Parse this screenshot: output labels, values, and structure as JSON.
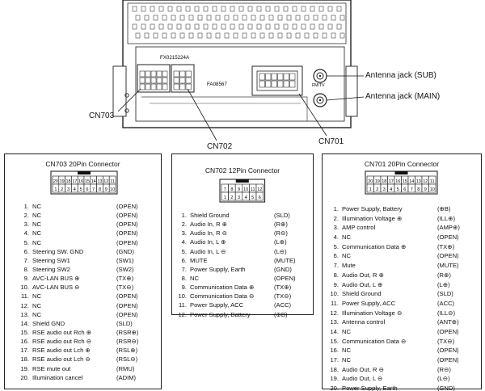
{
  "unit": {
    "label_top": "FX0215224A",
    "label_mid": "FA08567",
    "label_jack": "FM/TV"
  },
  "callouts": {
    "cn703": "CN703",
    "cn702": "CN702",
    "cn701": "CN701",
    "ant_sub": "Antenna jack (SUB)",
    "ant_main": "Antenna jack (MAIN)"
  },
  "connectors": {
    "cn703": {
      "title": "CN703  20Pin Connector",
      "pins_top": [
        "20",
        "19",
        "18",
        "17",
        "16",
        "15",
        "14",
        "13",
        "12",
        "11"
      ],
      "pins_bottom": [
        "1",
        "2",
        "3",
        "4",
        "5",
        "6",
        "7",
        "8",
        "9",
        "10"
      ],
      "rows": [
        {
          "n": "1.",
          "fn": "NC",
          "code": "(OPEN)"
        },
        {
          "n": "2.",
          "fn": "NC",
          "code": "(OPEN)"
        },
        {
          "n": "3.",
          "fn": "NC",
          "code": "(OPEN)"
        },
        {
          "n": "4.",
          "fn": "NC",
          "code": "(OPEN)"
        },
        {
          "n": "5.",
          "fn": "NC",
          "code": "(OPEN)"
        },
        {
          "n": "6.",
          "fn": "Steering SW. GND",
          "code": "(GND)"
        },
        {
          "n": "7.",
          "fn": "Steering SW1",
          "code": "(SW1)"
        },
        {
          "n": "8.",
          "fn": "Steering SW2",
          "code": "(SW2)"
        },
        {
          "n": "9.",
          "fn": "AVC-LAN BUS ⊕",
          "code": "(TX⊕)"
        },
        {
          "n": "10.",
          "fn": "AVC-LAN BUS ⊖",
          "code": "(TX⊖)"
        },
        {
          "n": "11.",
          "fn": "NC",
          "code": "(OPEN)"
        },
        {
          "n": "12.",
          "fn": "NC",
          "code": "(OPEN)"
        },
        {
          "n": "13.",
          "fn": "NC",
          "code": "(OPEN)"
        },
        {
          "n": "14.",
          "fn": "Shield GND",
          "code": "(SLD)"
        },
        {
          "n": "15.",
          "fn": "RSE audio out Rch ⊕",
          "code": "(RSR⊕)"
        },
        {
          "n": "16.",
          "fn": "RSE audio out Rch ⊖",
          "code": "(RSR⊖)"
        },
        {
          "n": "17.",
          "fn": "RSE audio out Lch ⊕",
          "code": "(RSL⊕)"
        },
        {
          "n": "18.",
          "fn": "RSE audio out Lch ⊖",
          "code": "(RSL⊖)"
        },
        {
          "n": "19.",
          "fn": "RSE mute out",
          "code": "(RMU)"
        },
        {
          "n": "20.",
          "fn": "Illumination cancel",
          "code": "(ADIM)"
        }
      ]
    },
    "cn702": {
      "title": "CN702  12Pin Connector",
      "pins_top": [
        "7",
        "8",
        "9",
        "10",
        "11",
        "12"
      ],
      "pins_bottom": [
        "1",
        "2",
        "3",
        "4",
        "5",
        "6"
      ],
      "rows": [
        {
          "n": "1.",
          "fn": "Shield Ground",
          "code": "(SLD)"
        },
        {
          "n": "2.",
          "fn": "Audio In, R ⊕",
          "code": "(R⊕)"
        },
        {
          "n": "3.",
          "fn": "Audio In, R ⊖",
          "code": "(R⊖)"
        },
        {
          "n": "4.",
          "fn": "Audio In, L ⊕",
          "code": "(L⊕)"
        },
        {
          "n": "5.",
          "fn": "Audio In, L ⊖",
          "code": "(L⊖)"
        },
        {
          "n": "6.",
          "fn": "MUTE",
          "code": "(MUTE)"
        },
        {
          "n": "7.",
          "fn": "Power Supply, Earth",
          "code": "(GND)"
        },
        {
          "n": "8.",
          "fn": "NC",
          "code": "(OPEN)"
        },
        {
          "n": "9.",
          "fn": "Communication Data ⊕",
          "code": "(TX⊕)"
        },
        {
          "n": "10.",
          "fn": "Communication Data ⊖",
          "code": "(TX⊖)"
        },
        {
          "n": "11.",
          "fn": "Power Supply, ACC",
          "code": "(ACC)"
        },
        {
          "n": "12.",
          "fn": "Power Supply, Battery",
          "code": "(⊕B)"
        }
      ]
    },
    "cn701": {
      "title": "CN701  20Pin Connector",
      "pins_top": [
        "20",
        "19",
        "18",
        "17",
        "16",
        "15",
        "14",
        "13",
        "12",
        "11"
      ],
      "pins_bottom": [
        "1",
        "2",
        "3",
        "4",
        "5",
        "6",
        "7",
        "8",
        "9",
        "10"
      ],
      "rows": [
        {
          "n": "1.",
          "fn": "Power Supply, Battery",
          "code": "(⊕B)"
        },
        {
          "n": "2.",
          "fn": "Illumination Voltage ⊕",
          "code": "(ILL⊕)"
        },
        {
          "n": "3.",
          "fn": "AMP control",
          "code": "(AMP⊕)"
        },
        {
          "n": "4.",
          "fn": "NC",
          "code": "(OPEN)"
        },
        {
          "n": "5.",
          "fn": "Communication Data ⊕",
          "code": "(TX⊕)"
        },
        {
          "n": "6.",
          "fn": "NC",
          "code": "(OPEN)"
        },
        {
          "n": "7.",
          "fn": "Mute",
          "code": "(MUTE)"
        },
        {
          "n": "8.",
          "fn": "Audio Out, R ⊕",
          "code": "(R⊕)"
        },
        {
          "n": "9.",
          "fn": "Audio Out, L ⊕",
          "code": "(L⊕)"
        },
        {
          "n": "10.",
          "fn": "Shield Ground",
          "code": "(SLD)"
        },
        {
          "n": "11.",
          "fn": "Power Supply, ACC",
          "code": "(ACC)"
        },
        {
          "n": "12.",
          "fn": "Illumination Voltage ⊖",
          "code": "(ILL⊖)"
        },
        {
          "n": "13.",
          "fn": "Antenna control",
          "code": "(ANT⊕)"
        },
        {
          "n": "14.",
          "fn": "NC",
          "code": "(OPEN)"
        },
        {
          "n": "15.",
          "fn": "Communication Data ⊖",
          "code": "(TX⊖)"
        },
        {
          "n": "16.",
          "fn": "NC",
          "code": "(OPEN)"
        },
        {
          "n": "17.",
          "fn": "NC",
          "code": "(OPEN)"
        },
        {
          "n": "18.",
          "fn": "Audio Out, R ⊖",
          "code": "(R⊖)"
        },
        {
          "n": "19.",
          "fn": "Audio Out, L ⊖",
          "code": "(L⊖)"
        },
        {
          "n": "20.",
          "fn": "Power Supply, Earth",
          "code": "(GND)"
        }
      ]
    }
  }
}
